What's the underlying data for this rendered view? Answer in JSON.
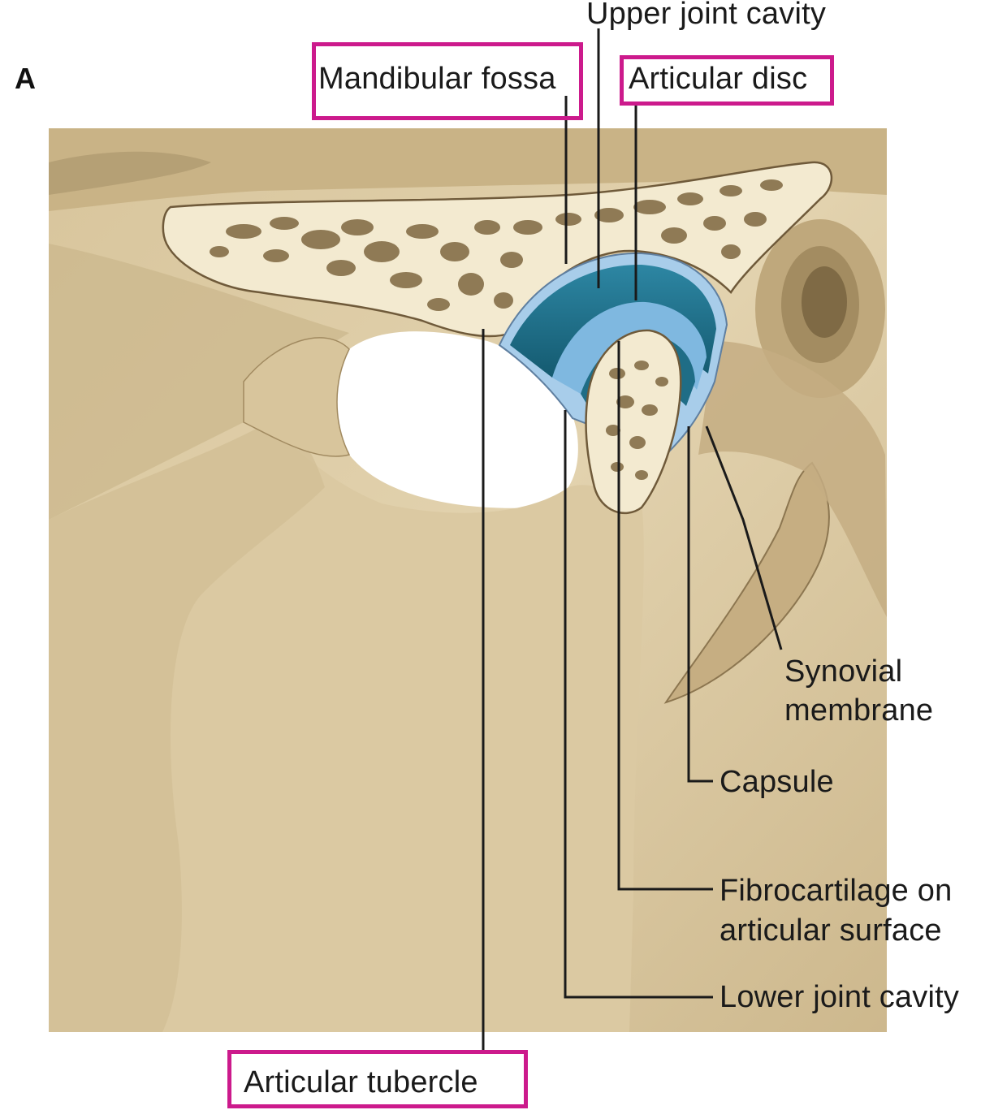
{
  "panel_letter": "A",
  "labels": {
    "upper_joint_cavity": "Upper joint cavity",
    "mandibular_fossa": "Mandibular fossa",
    "articular_disc": "Articular disc",
    "synovial_membrane_line1": "Synovial",
    "synovial_membrane_line2": "membrane",
    "capsule": "Capsule",
    "fibrocartilage_line1": "Fibrocartilage on",
    "fibrocartilage_line2": "articular surface",
    "lower_joint_cavity": "Lower joint cavity",
    "articular_tubercle": "Articular tubercle"
  },
  "highlighted_labels": [
    "Mandibular fossa",
    "Articular disc",
    "Articular tubercle"
  ],
  "colors": {
    "highlight_box": "#cc1a8c",
    "bone": "#d9c7a0",
    "bone_shadow": "#b39b72",
    "cancellous_bg": "#f3ead0",
    "trabeculae": "#8f7a55",
    "disc_dark": "#1f6d86",
    "disc_light": "#7fb8e0",
    "cavity_edge": "#a8cdea",
    "leader_line": "#1a1a1a"
  }
}
